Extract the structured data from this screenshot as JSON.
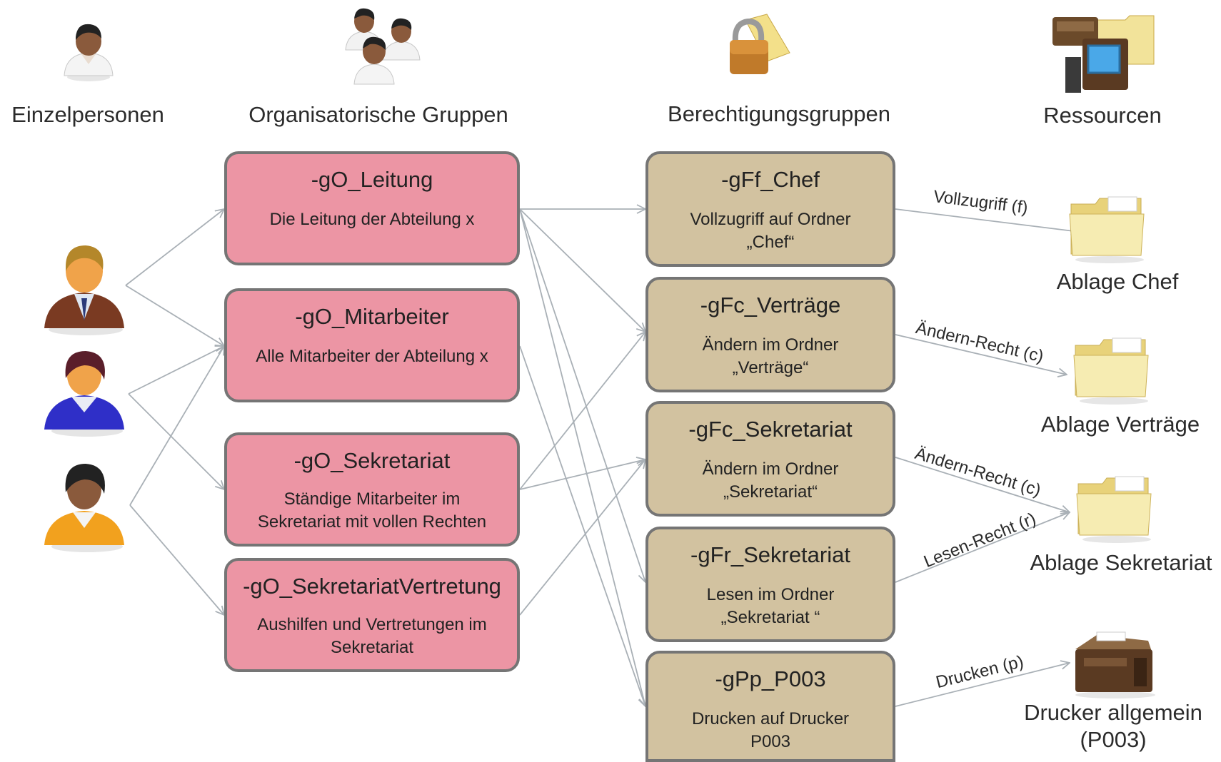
{
  "columns": {
    "persons": "Einzelpersonen",
    "org_groups": "Organisatorische Gruppen",
    "perm_groups": "Berechtigungsgruppen",
    "resources": "Ressourcen"
  },
  "org_groups": [
    {
      "title": "-gO_Leitung",
      "desc": "Die Leitung der Abteilung x"
    },
    {
      "title": "-gO_Mitarbeiter",
      "desc": "Alle Mitarbeiter der Abteilung x"
    },
    {
      "title": "-gO_Sekretariat",
      "desc": "Ständige Mitarbeiter im\nSekretariat mit vollen Rechten"
    },
    {
      "title": "-gO_SekretariatVertretung",
      "desc": "Aushilfen und Vertretungen im\nSekretariat"
    }
  ],
  "perm_groups": [
    {
      "title": "-gFf_Chef",
      "desc": "Vollzugriff auf Ordner\n„Chef“"
    },
    {
      "title": "-gFc_Verträge",
      "desc": "Ändern im Ordner\n„Verträge“"
    },
    {
      "title": "-gFc_Sekretariat",
      "desc": "Ändern im Ordner\n„Sekretariat“"
    },
    {
      "title": "-gFr_Sekretariat",
      "desc": "Lesen im Ordner\n„Sekretariat “"
    },
    {
      "title": "-gPp_P003",
      "desc": "Drucken auf Drucker\nP003"
    }
  ],
  "resources": [
    {
      "label": "Ablage Chef",
      "icon": "folder-icon"
    },
    {
      "label": "Ablage Verträge",
      "icon": "folder-icon"
    },
    {
      "label": "Ablage Sekretariat",
      "icon": "folder-icon"
    },
    {
      "label": "Drucker allgemein\n(P003)",
      "icon": "printer-icon"
    }
  ],
  "rights": {
    "chef": "Vollzugriff (f)",
    "vertraege": "Ändern-Recht (c)",
    "sekretariat_change": "Ändern-Recht (c)",
    "sekretariat_read": "Lesen-Recht (r)",
    "drucken": "Drucken (p)"
  },
  "colors": {
    "org_box": "#ec95a4",
    "perm_box": "#d2c2a0",
    "border": "#757575",
    "arrow": "#a9b0b6"
  }
}
